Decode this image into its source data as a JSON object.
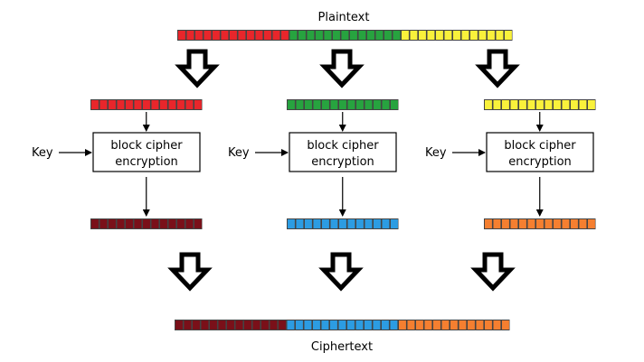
{
  "title_top": "Plaintext",
  "title_bottom": "Ciphertext",
  "cells_per_block": 13,
  "blocks": [
    {
      "key_label": "Key",
      "box_line1": "block cipher",
      "box_line2": "encryption",
      "plain_color": "#e8262b",
      "cipher_color": "#7a1019"
    },
    {
      "key_label": "Key",
      "box_line1": "block cipher",
      "box_line2": "encryption",
      "plain_color": "#27a33f",
      "cipher_color": "#2c9ce2"
    },
    {
      "key_label": "Key",
      "box_line1": "block cipher",
      "box_line2": "encryption",
      "plain_color": "#f9f13b",
      "cipher_color": "#f57f30"
    }
  ]
}
